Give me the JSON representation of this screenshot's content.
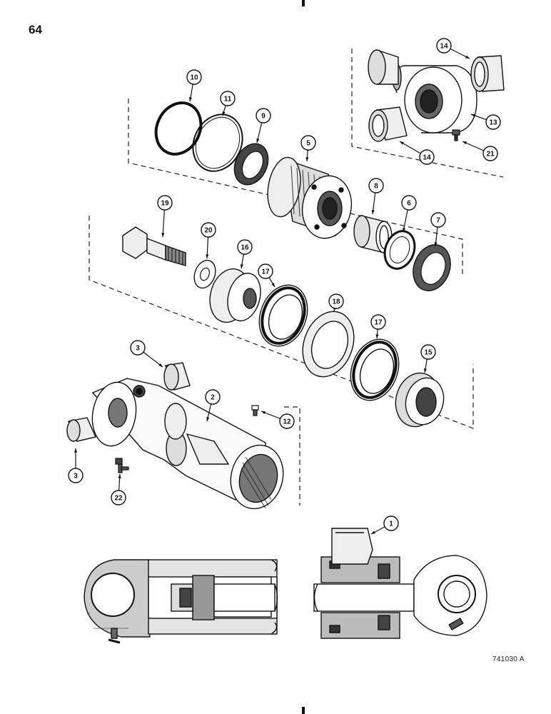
{
  "page_number": "64",
  "drawing_code": "741030 A",
  "callouts": [
    "1",
    "2",
    "3",
    "3",
    "5",
    "6",
    "7",
    "8",
    "9",
    "10",
    "11",
    "12",
    "13",
    "14",
    "14",
    "15",
    "16",
    "17",
    "17",
    "18",
    "19",
    "20",
    "21",
    "22"
  ]
}
